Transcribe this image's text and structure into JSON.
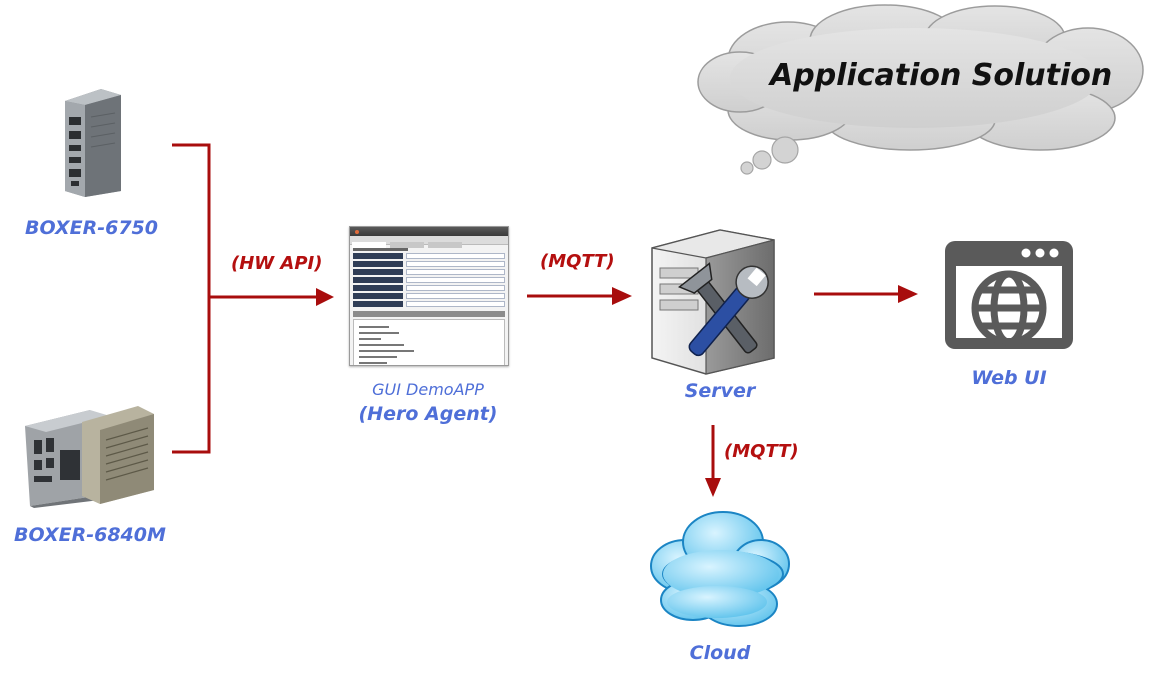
{
  "title": "Application Solution",
  "devices": [
    {
      "id": "boxer-6750",
      "label": "BOXER-6750"
    },
    {
      "id": "boxer-6840m",
      "label": "BOXER-6840M"
    }
  ],
  "gui_app": {
    "line1": "GUI DemoAPP",
    "line2": "(Hero Agent)"
  },
  "server": {
    "label": "Server"
  },
  "web_ui": {
    "label": "Web UI"
  },
  "cloud": {
    "label": "Cloud"
  },
  "connections": [
    {
      "from": "devices",
      "to": "gui_app",
      "label": "(HW API)"
    },
    {
      "from": "gui_app",
      "to": "server",
      "label": "(MQTT)"
    },
    {
      "from": "server",
      "to": "web_ui",
      "label": ""
    },
    {
      "from": "server",
      "to": "cloud",
      "label": "(MQTT)"
    }
  ],
  "colors": {
    "arrow": "#a80d0d",
    "label": "#4f6fd8",
    "protocol": "#b40f0f",
    "thought_cloud": "#d6d6d6"
  }
}
